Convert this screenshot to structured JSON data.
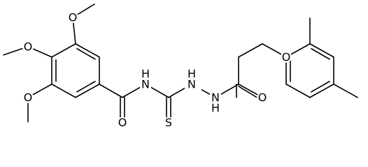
{
  "molecule": {
    "atom_labels": {
      "o_top": "O",
      "o_mid": "O",
      "o_bot": "O",
      "nh_amide": "H",
      "n_amide": "N",
      "o_amide": "O",
      "s_thio": "S",
      "nh_hyd1": "H",
      "n_hyd1": "N",
      "nh_hyd2": "H",
      "n_hyd2": "N",
      "o_acyl": "O",
      "o_ether": "O"
    }
  }
}
